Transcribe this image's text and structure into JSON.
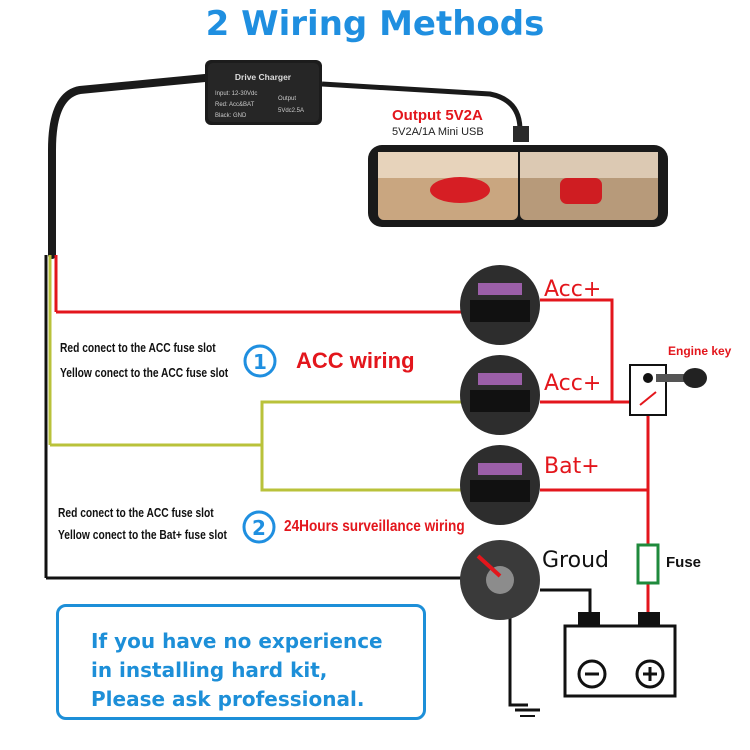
{
  "title": "2 Wiring Methods",
  "charger": {
    "name": "Drive Charger",
    "input": "Input: 12-30Vdc",
    "red": "Red: Acc&BAT",
    "black": "Black: GND",
    "output_label": "Output",
    "output_value": "5Vdc2.5A"
  },
  "output": {
    "title": "Output 5V2A",
    "detail": "5V2A/1A Mini USB"
  },
  "fuse_slots": [
    {
      "label": "Acc+"
    },
    {
      "label": "Acc+"
    },
    {
      "label": "Bat+"
    }
  ],
  "ground_label": "Groud",
  "engine_key_label": "Engine key",
  "fuse_label": "Fuse",
  "methods": [
    {
      "number": "1",
      "title": "ACC wiring",
      "notes": [
        "Red conect to the ACC fuse slot",
        "Yellow conect to the ACC fuse slot"
      ]
    },
    {
      "number": "2",
      "title": "24Hours surveillance wiring",
      "notes": [
        "Red conect to the ACC fuse slot",
        "Yellow conect to the Bat+ fuse slot"
      ]
    }
  ],
  "warning": {
    "lines": [
      "If you have no experience",
      "in installing hard kit,",
      "Please ask professional."
    ]
  },
  "colors": {
    "title_blue": "#1f8fe0",
    "wire_red": "#e3161c",
    "wire_yellow": "#b9c23a",
    "wire_black": "#111111",
    "fuse_green": "#1f8a3c"
  }
}
